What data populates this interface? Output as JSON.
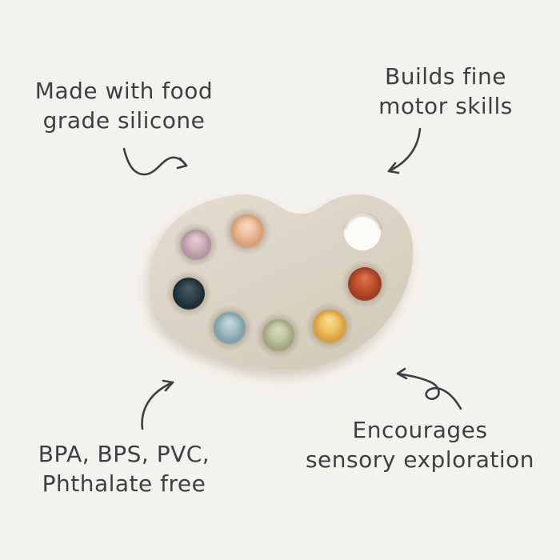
{
  "page": {
    "background": "#f4f2ec",
    "ink": "#3a4046"
  },
  "annotations": {
    "top_left": {
      "line1": "Made with food",
      "line2": "grade silicone"
    },
    "top_right": {
      "line1": "Builds fine",
      "line2": "motor skills"
    },
    "bottom_left": {
      "line1": "BPA, BPS, PVC,",
      "line2": "Phthalate free"
    },
    "bottom_right": {
      "line1": "Encourages",
      "line2": "sensory exploration"
    }
  },
  "toy": {
    "label": "paint palette press toy",
    "body_color": "#dcd4c6",
    "body_color_light": "#e3dccf",
    "body_color_dark": "#d2c9b9",
    "thumb_hole_color": "#fdfcf8",
    "buttons": [
      {
        "name": "pink",
        "base": "#cfb4be",
        "light": "#e3d1d7",
        "dark": "#b495a1"
      },
      {
        "name": "peach",
        "base": "#eec09e",
        "light": "#f7dcc4",
        "dark": "#d89f78"
      },
      {
        "name": "navy",
        "base": "#32454f",
        "light": "#4a5e68",
        "dark": "#1d2e36"
      },
      {
        "name": "blue",
        "base": "#a4c1c5",
        "light": "#c9dcdd",
        "dark": "#7fa1a7"
      },
      {
        "name": "green",
        "base": "#c2c6a2",
        "light": "#d9dbc0",
        "dark": "#a2a87e"
      },
      {
        "name": "yellow",
        "base": "#f1c463",
        "light": "#f9df9e",
        "dark": "#d5a23f"
      },
      {
        "name": "red",
        "base": "#c6552f",
        "light": "#da7b52",
        "dark": "#9e3f22"
      }
    ]
  },
  "arrows": {
    "color": "#3a4046"
  }
}
